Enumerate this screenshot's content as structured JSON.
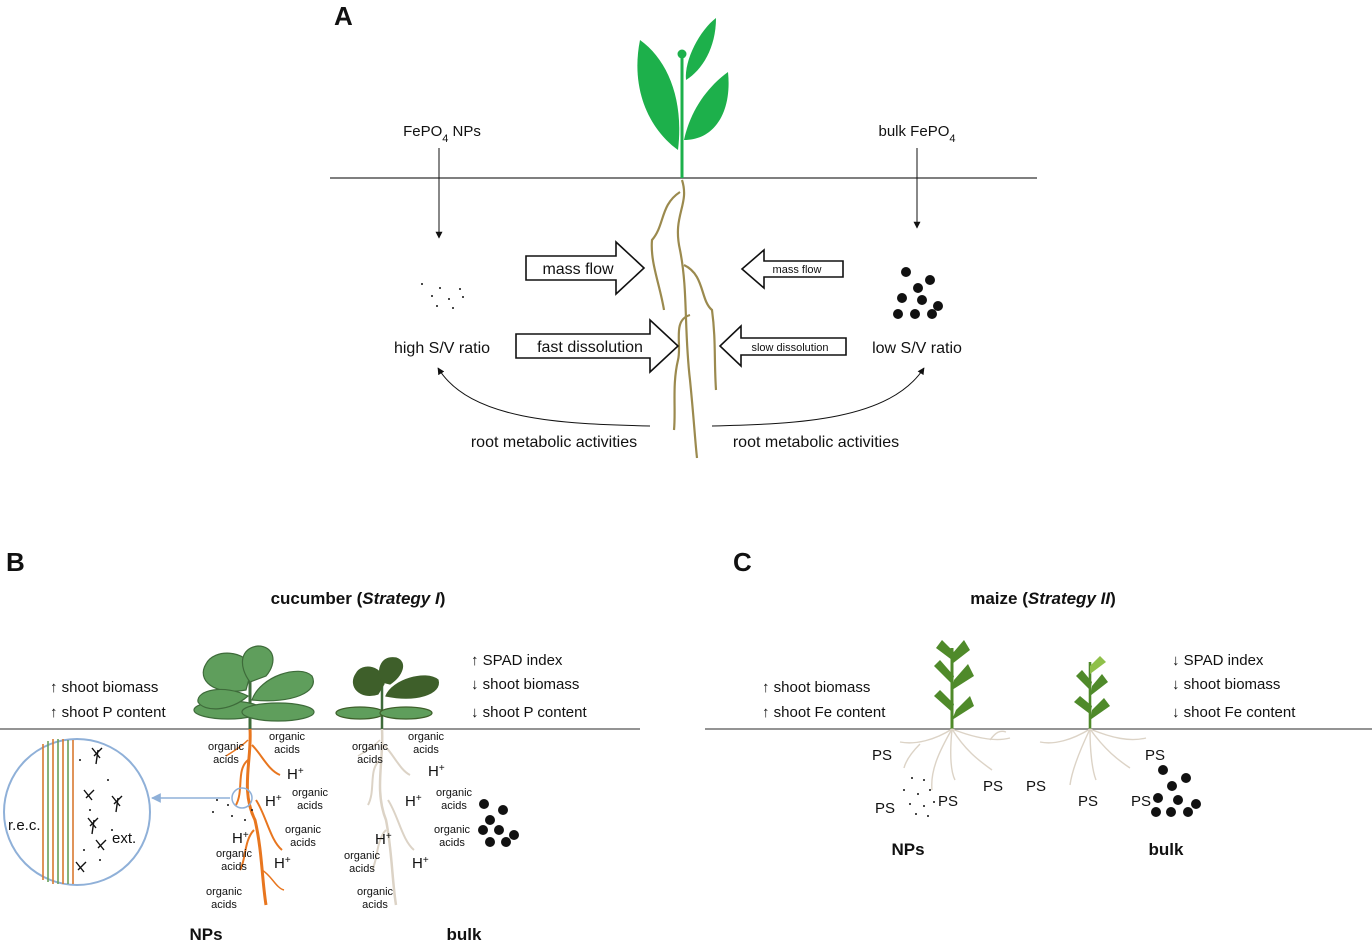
{
  "panels": {
    "a": "A",
    "b": "B",
    "c": "C"
  },
  "panel_a": {
    "np_source": {
      "main": "FePO",
      "sub": "4",
      "tail": " NPs"
    },
    "bulk_source": {
      "main": "bulk FePO",
      "sub": "4"
    },
    "np_ratio": "high S/V ratio",
    "bulk_ratio": "low S/V ratio",
    "left_arrows": [
      "mass flow",
      "fast dissolution"
    ],
    "right_arrows": [
      "mass flow",
      "slow dissolution"
    ],
    "metabolic": "root metabolic activities"
  },
  "panel_b": {
    "title": {
      "plant": "cucumber (",
      "strategy": "Strategy I",
      "close": ")"
    },
    "np_effects": [
      "↑ shoot biomass",
      "↑ shoot P content"
    ],
    "bulk_effects": [
      "↑ SPAD index",
      "↓ shoot biomass",
      "↓ shoot P content"
    ],
    "organic_acids": [
      "organic",
      "acids"
    ],
    "proton": "H",
    "proton_sup": "+",
    "zoom_labels": {
      "rec": "r.e.c.",
      "ext": "ext."
    },
    "np_label": "NPs",
    "bulk_label": "bulk"
  },
  "panel_c": {
    "title": {
      "plant": "maize (",
      "strategy": "Strategy II",
      "close": ")"
    },
    "np_effects": [
      "↑ shoot biomass",
      "↑ shoot Fe content"
    ],
    "bulk_effects": [
      "↓ SPAD index",
      "↓ shoot biomass",
      "↓ shoot Fe content"
    ],
    "ps": "PS",
    "np_label": "NPs",
    "bulk_label": "bulk"
  },
  "colors": {
    "leaf_a": "#1db04b",
    "root_a": "#9b8a4e",
    "cucumber_leaf": "#5f9e5c",
    "cucumber_leaf_dark": "#3e5f2a",
    "np_root": "#e8761f",
    "bulk_root": "#dcd3c6",
    "maize_leaf": "#4f8a2a",
    "zoom_ring": "#8fb0d8"
  }
}
